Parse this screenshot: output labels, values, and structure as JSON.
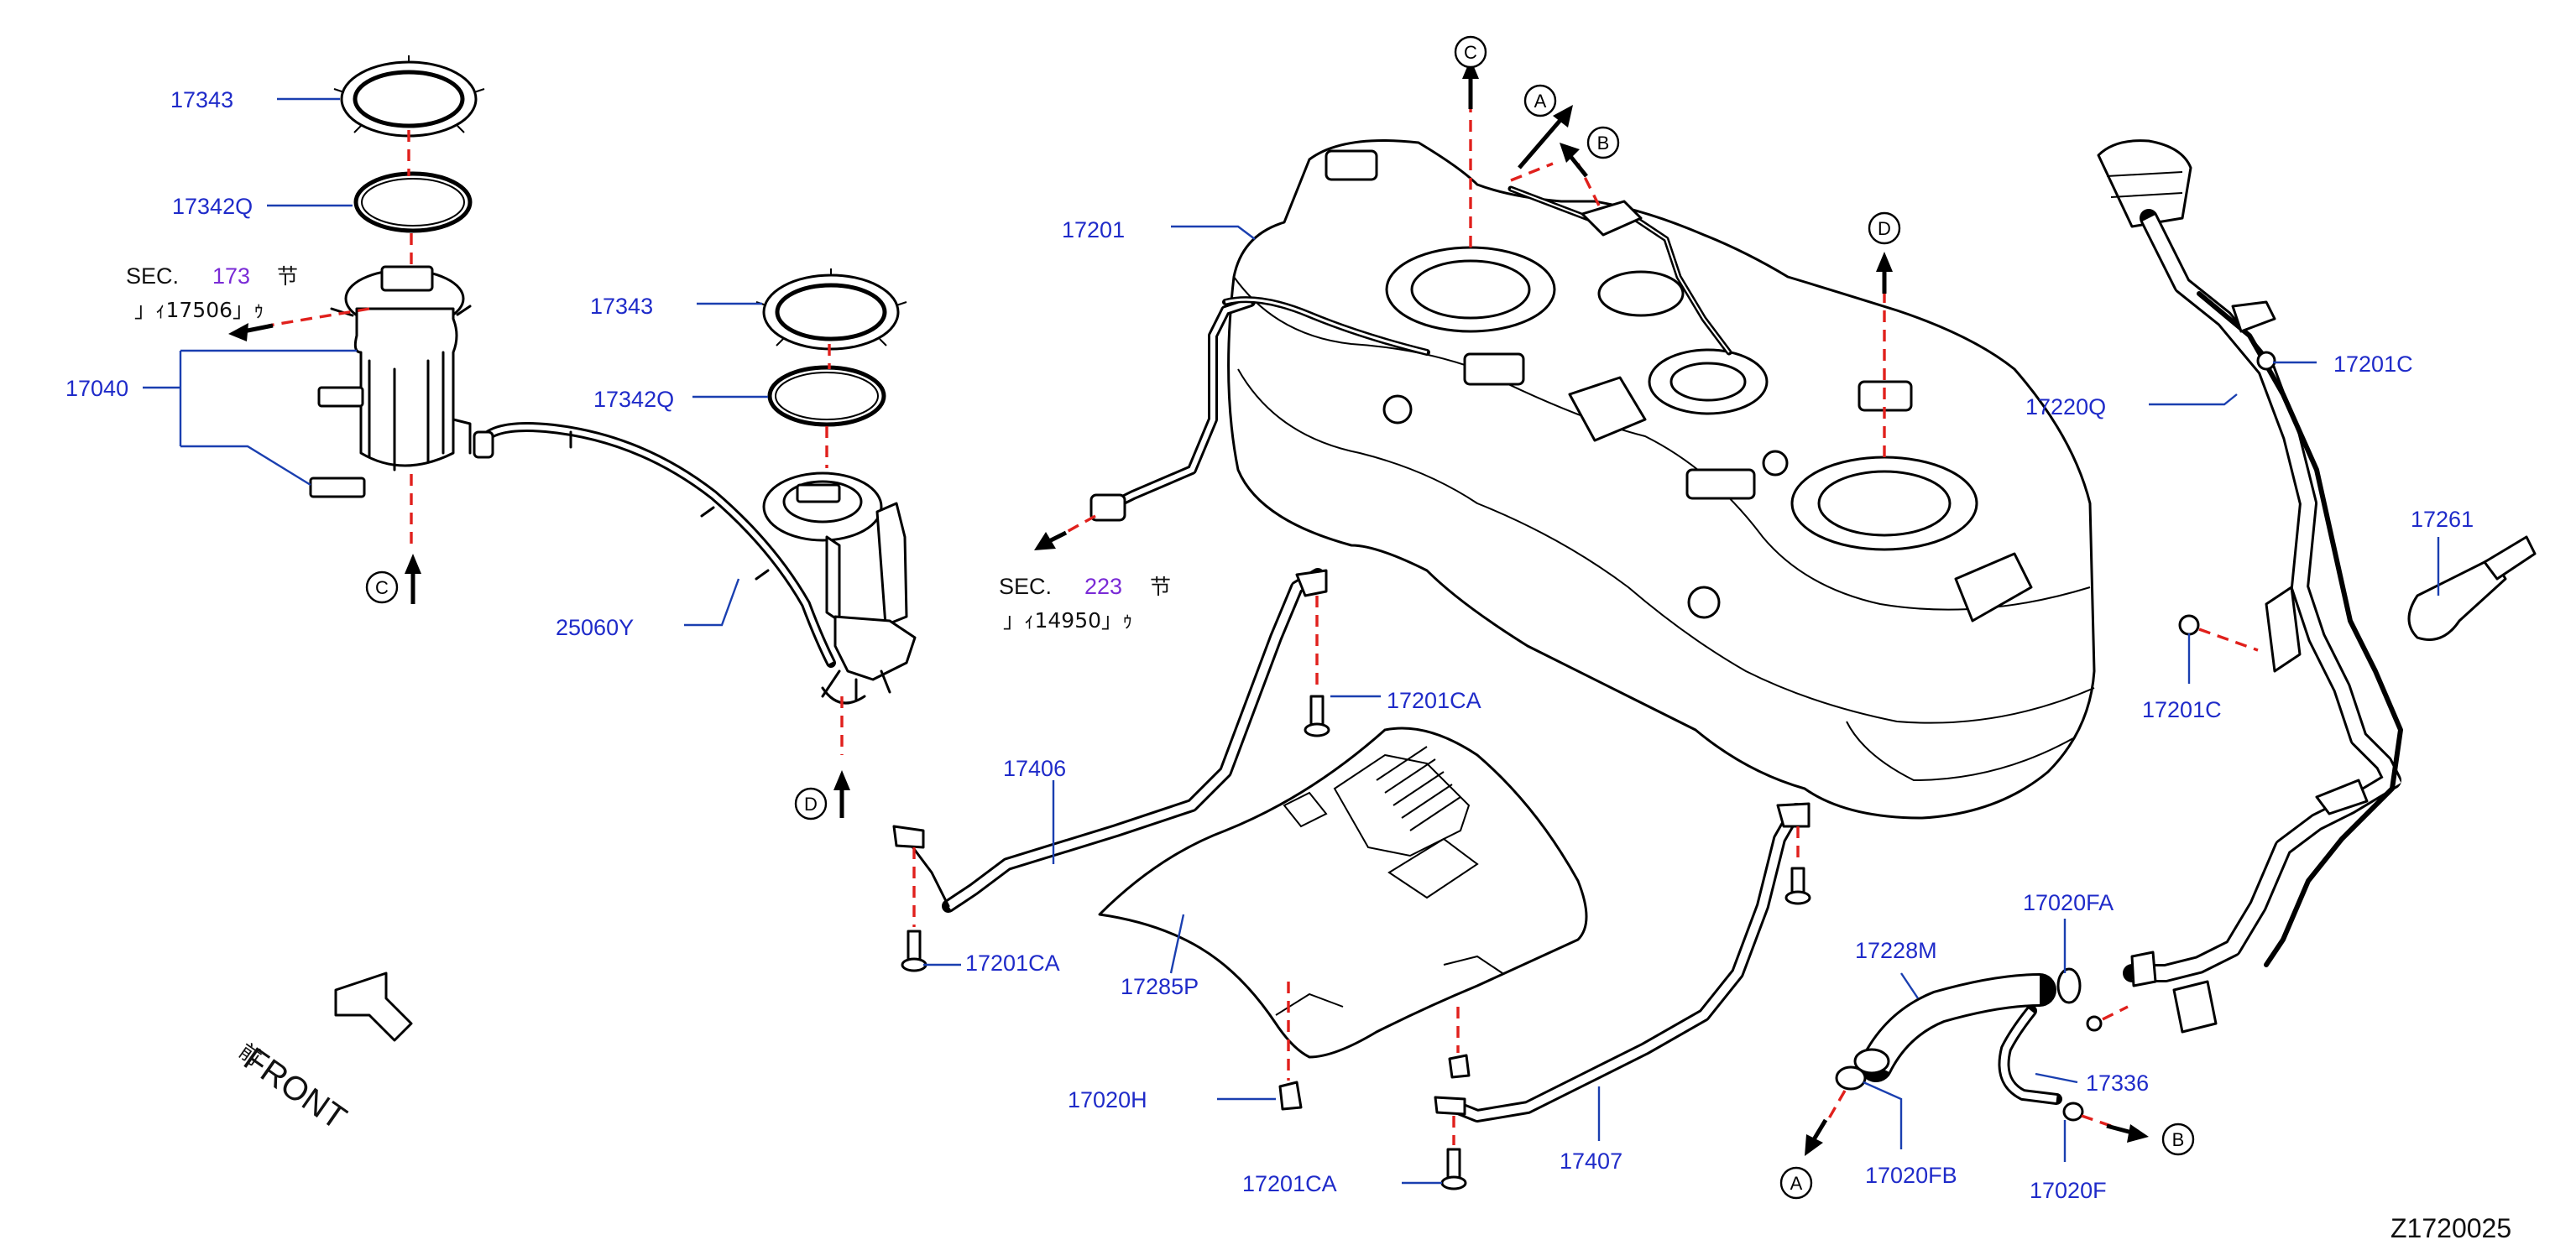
{
  "part_labels": {
    "p17343_a": "17343",
    "p17342q_a": "17342Q",
    "p17040": "17040",
    "p17343_b": "17343",
    "p17342q_b": "17342Q",
    "p25060y": "25060Y",
    "p17201": "17201",
    "p17406": "17406",
    "p17201ca_a": "17201CA",
    "p17201ca_b": "17201CA",
    "p17201ca_c": "17201CA",
    "p17285p": "17285P",
    "p17020h": "17020H",
    "p17407": "17407",
    "p17201c_a": "17201C",
    "p17201c_b": "17201C",
    "p17220q": "17220Q",
    "p17261": "17261",
    "p17020fa": "17020FA",
    "p17228m": "17228M",
    "p17336": "17336",
    "p17020fb": "17020FB",
    "p17020f": "17020F"
  },
  "section_refs": {
    "sec_a": {
      "prefix": "SEC.",
      "number": "173",
      "kanji": "节",
      "sub": "」ｨ17506」ｩ"
    },
    "sec_b": {
      "prefix": "SEC.",
      "number": "223",
      "kanji": "节",
      "sub": "」ｨ14950」ｩ"
    }
  },
  "connectors": {
    "c_top": "C",
    "c_bottom": "C",
    "a_top": "A",
    "b_top": "B",
    "d_top": "D",
    "d_bottom": "D",
    "a_bottom": "A",
    "b_bottom": "B"
  },
  "orientation": {
    "kanji": "前",
    "label": "FRONT"
  },
  "diagram_code": "Z1720025",
  "colors": {
    "part_number": "#1f2bc9",
    "leader": "#1a3fb0",
    "dash": "#e0201c",
    "section_number": "#7a2bd6"
  }
}
